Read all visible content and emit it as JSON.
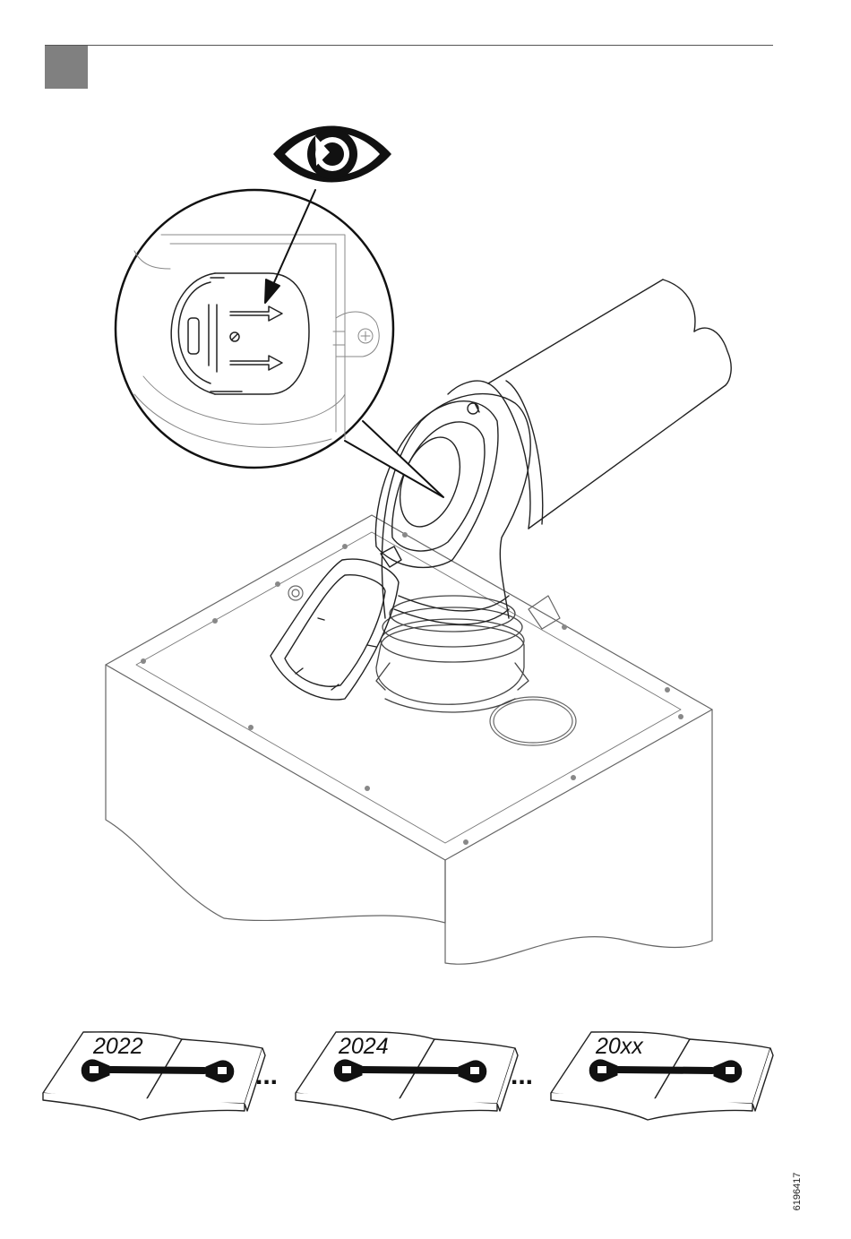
{
  "header": {
    "accent_color": "#808080",
    "rule_color": "#555555"
  },
  "illustration": {
    "eye_symbol": "eye-icon",
    "magnifier": "detail-callout",
    "arrows_in_detail": 2,
    "parts": [
      "boiler-casing",
      "flue-elbow",
      "flue-pipe",
      "inspection-cover",
      "magnified-detail"
    ]
  },
  "maintenance_books": [
    {
      "year": "2022",
      "icon": "wrench-icon"
    },
    {
      "year": "2024",
      "icon": "wrench-icon"
    },
    {
      "year": "20xx",
      "icon": "wrench-icon"
    }
  ],
  "separators": [
    "...",
    "..."
  ],
  "document_id": "6196417"
}
